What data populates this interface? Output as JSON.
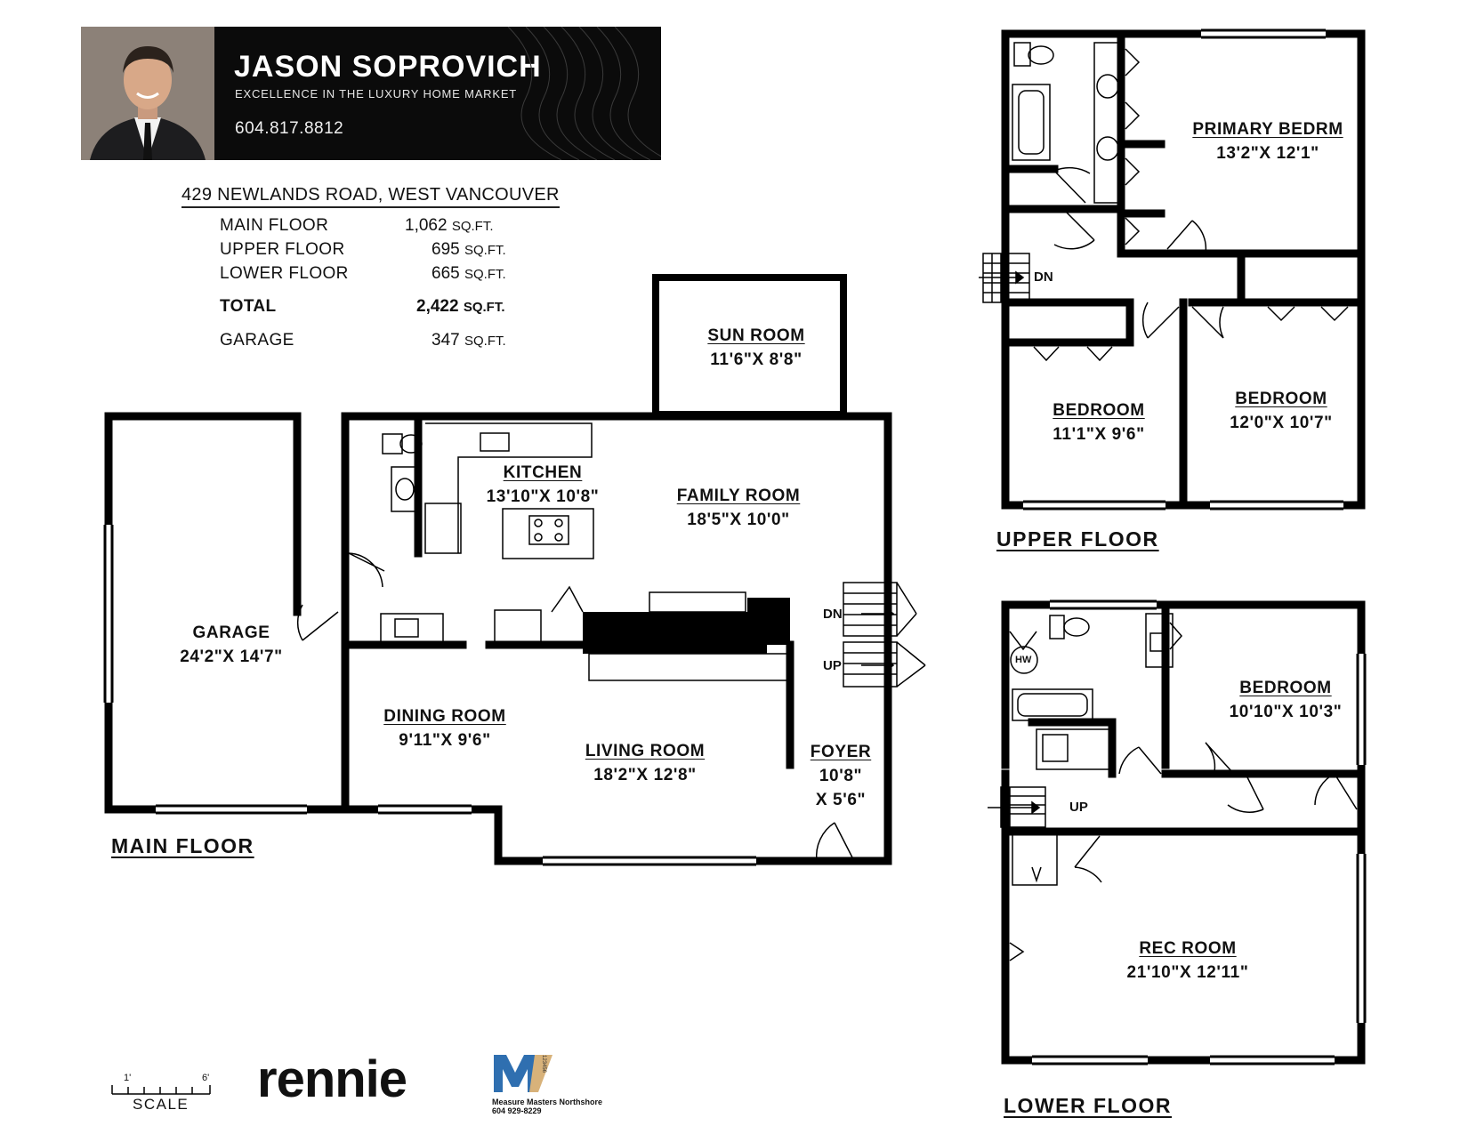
{
  "agent": {
    "name": "JASON SOPROVICH",
    "tagline": "EXCELLENCE IN THE LUXURY HOME MARKET",
    "phone": "604.817.8812"
  },
  "property": {
    "address": "429 NEWLANDS ROAD, WEST VANCOUVER"
  },
  "areas": [
    {
      "label": "MAIN FLOOR",
      "value": "1,062",
      "unit": "SQ.FT."
    },
    {
      "label": "UPPER FLOOR",
      "value": "695",
      "unit": "SQ.FT."
    },
    {
      "label": "LOWER FLOOR",
      "value": "665",
      "unit": "SQ.FT."
    },
    {
      "label": "TOTAL",
      "value": "2,422",
      "unit": "SQ.FT."
    },
    {
      "label": "GARAGE",
      "value": "347",
      "unit": "SQ.FT."
    }
  ],
  "main_floor": {
    "title": "MAIN FLOOR",
    "rooms": [
      {
        "name": "SUN ROOM",
        "dims": "11'6\"X 8'8\""
      },
      {
        "name": "KITCHEN",
        "dims": "13'10\"X 10'8\""
      },
      {
        "name": "FAMILY ROOM",
        "dims": "18'5\"X 10'0\""
      },
      {
        "name": "GARAGE",
        "dims": "24'2\"X 14'7\""
      },
      {
        "name": "DINING ROOM",
        "dims": "9'11\"X 9'6\""
      },
      {
        "name": "LIVING ROOM",
        "dims": "18'2\"X 12'8\""
      },
      {
        "name": "FOYER",
        "dims": "10'8\"",
        "dims2": "X 5'6\""
      }
    ],
    "stairs": {
      "down": "DN",
      "up": "UP"
    }
  },
  "upper_floor": {
    "title": "UPPER FLOOR",
    "rooms": [
      {
        "name": "PRIMARY BEDRM",
        "dims": "13'2\"X 12'1\""
      },
      {
        "name": "BEDROOM",
        "dims": "11'1\"X 9'6\""
      },
      {
        "name": "BEDROOM",
        "dims": "12'0\"X 10'7\""
      }
    ],
    "stairs": {
      "down": "DN"
    }
  },
  "lower_floor": {
    "title": "LOWER FLOOR",
    "rooms": [
      {
        "name": "BEDROOM",
        "dims": "10'10\"X 10'3\""
      },
      {
        "name": "REC ROOM",
        "dims": "21'10\"X 12'11\""
      }
    ],
    "stairs": {
      "up": "UP"
    },
    "hw_label": "HW"
  },
  "scale": {
    "label": "SCALE",
    "start": "1'",
    "end": "6'"
  },
  "logos": {
    "rennie": "rennie",
    "measure_masters_name": "Measure Masters Northshore",
    "measure_masters_phone": "604 929-8229",
    "measure_masters_digits": "123456"
  }
}
